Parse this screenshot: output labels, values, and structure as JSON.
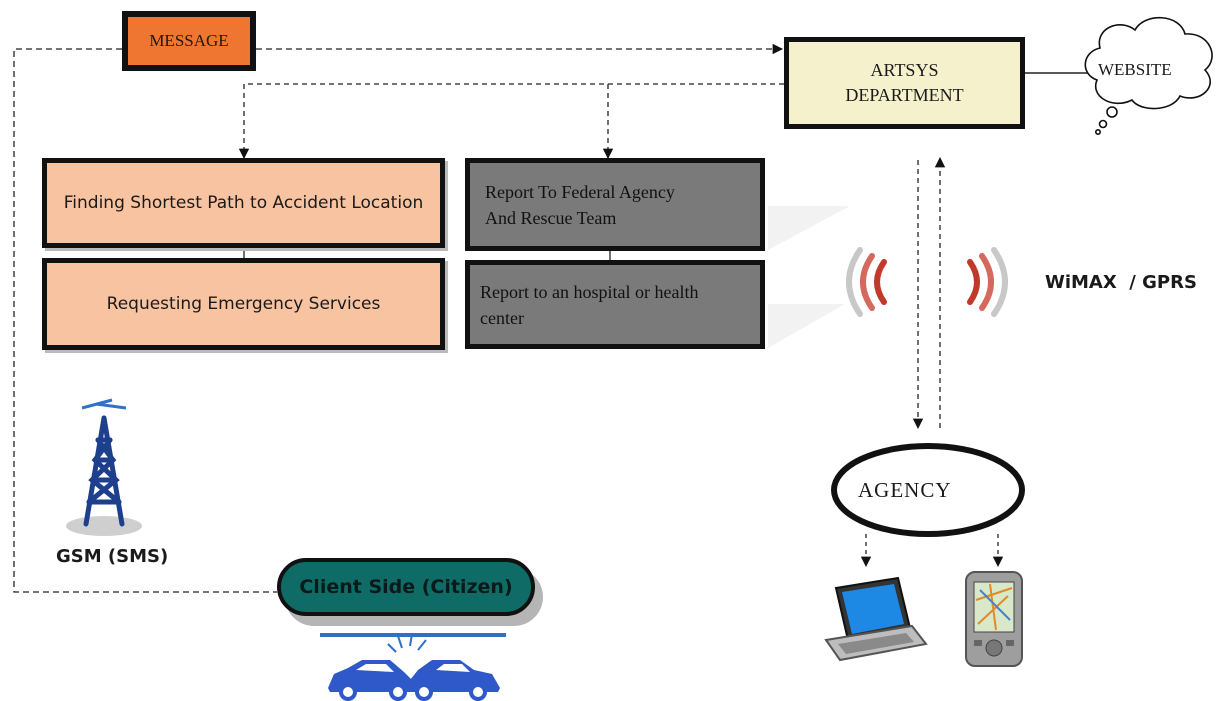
{
  "nodes": {
    "message": "MESSAGE",
    "artsys": {
      "line1": "ARTSYS",
      "line2": "DEPARTMENT"
    },
    "website": "WEBSITE",
    "shortest_path": "Finding Shortest Path to Accident Location",
    "requesting": "Requesting Emergency Services",
    "federal": {
      "line1": "Report To Federal Agency",
      "line2": "And Rescue Team"
    },
    "hospital": {
      "line1": "Report to an hospital or health",
      "line2": "center"
    },
    "network_label": "WiMAX  / GPRS",
    "agency": "AGENCY",
    "gsm": "GSM (SMS)",
    "client": "Client Side (Citizen)"
  },
  "icons": [
    "cell-tower-icon",
    "wireless-signal-icon",
    "laptop-icon",
    "pda-icon",
    "car-crash-icon",
    "cloud-icon"
  ],
  "colors": {
    "message_fill": "#ef7631",
    "artsys_fill": "#f6f1cd",
    "action_fill": "#f8c3a0",
    "report_fill": "#7a7a7a",
    "client_fill": "#0f6b66",
    "signal": "#c0392b",
    "tower": "#1e3f8c"
  }
}
